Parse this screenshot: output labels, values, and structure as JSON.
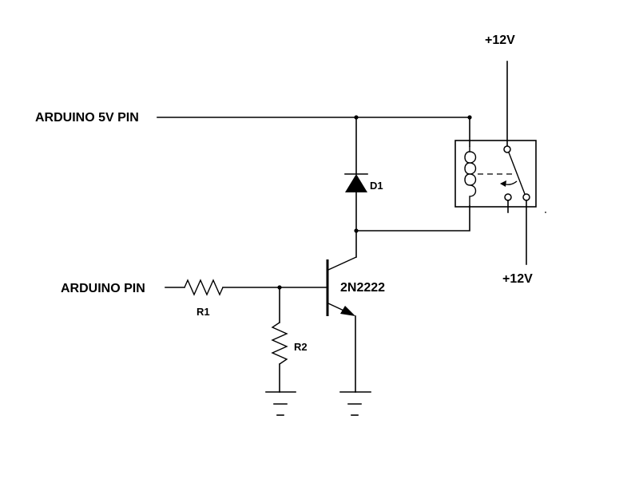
{
  "labels": {
    "arduino_5v_pin": "ARDUINO 5V PIN",
    "arduino_pin": "ARDUINO PIN",
    "r1": "R1",
    "r2": "R2",
    "d1": "D1",
    "transistor": "2N2222",
    "supply_top": "+12V",
    "supply_bottom": "+12V"
  },
  "colors": {
    "line": "#000000",
    "background": "#ffffff"
  }
}
